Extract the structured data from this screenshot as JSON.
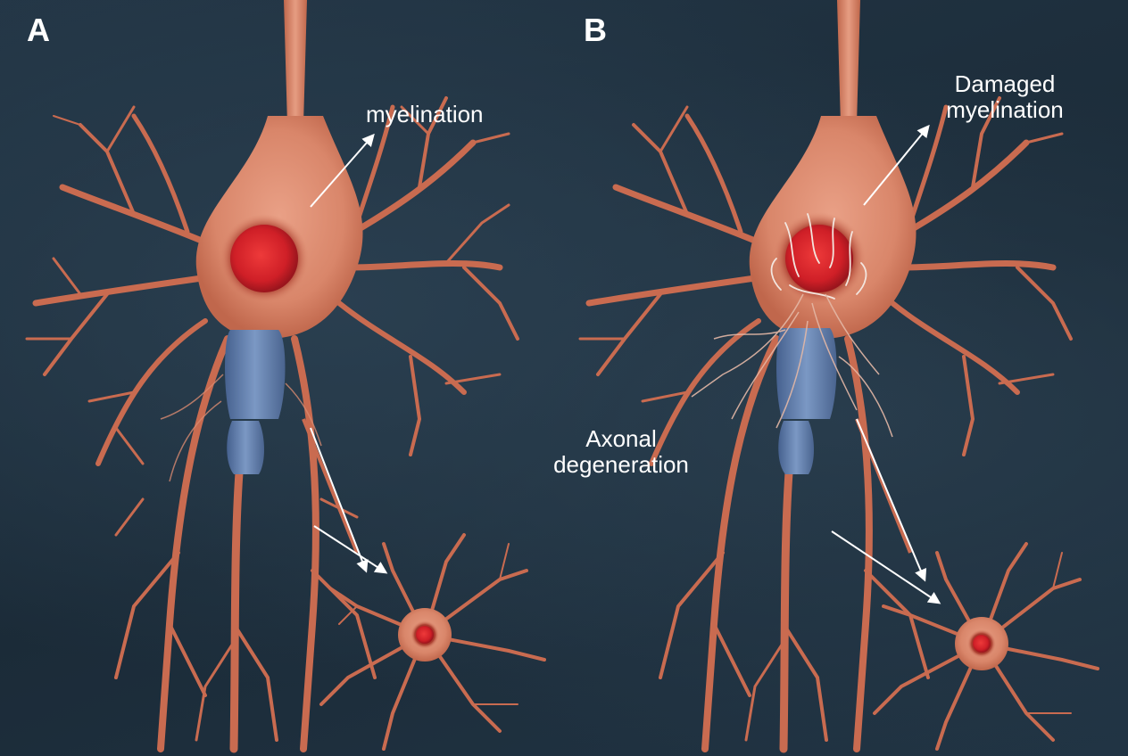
{
  "panels": {
    "a": {
      "letter": "A",
      "label": "myelination"
    },
    "b": {
      "letter": "B",
      "label_line1": "Damaged",
      "label_line2": "myelination",
      "degeneration_line1": "Axonal",
      "degeneration_line2": "degeneration"
    }
  },
  "colors": {
    "background": "#1e2f3d",
    "neuron": "#d9866a",
    "neuron_dark": "#b95a40",
    "nucleus": "#d2232a",
    "myelin": "#5f7fae",
    "text": "#ffffff"
  }
}
